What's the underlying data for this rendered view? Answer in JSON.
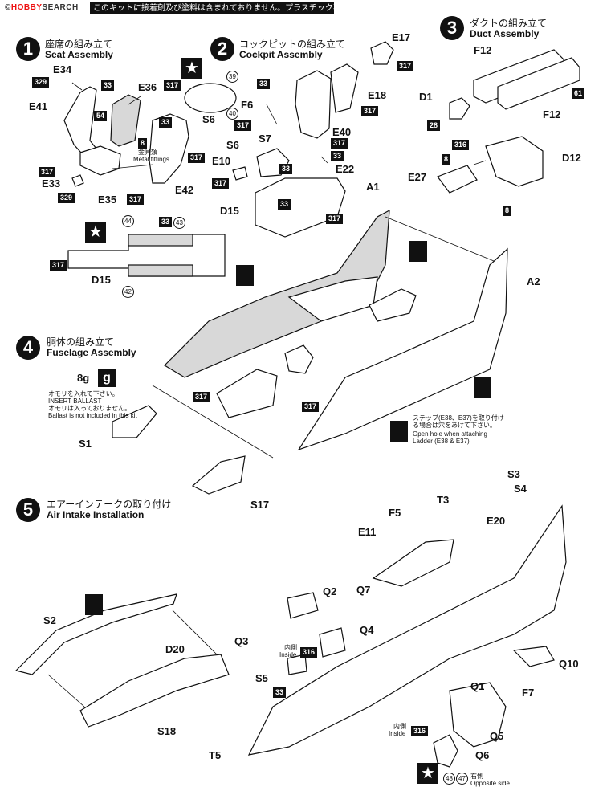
{
  "header": {
    "logo_prefix": "©",
    "logo_hobby": "HOBBY",
    "logo_search": "SEARCH",
    "warning": "このキットに接着剤及び塗料は含まれておりません。プラスチック専用の物をお求め下さい。"
  },
  "steps": [
    {
      "num": "1",
      "jp": "座席の組み立て",
      "en": "Seat Assembly"
    },
    {
      "num": "2",
      "jp": "コックピットの組み立て",
      "en": "Cockpit Assembly"
    },
    {
      "num": "3",
      "jp": "ダクトの組み立て",
      "en": "Duct Assembly"
    },
    {
      "num": "4",
      "jp": "胴体の組み立て",
      "en": "Fuselage Assembly"
    },
    {
      "num": "5",
      "jp": "エアーインテークの取り付け",
      "en": "Air Intake Installation"
    }
  ],
  "parts": {
    "E34": "E34",
    "E36": "E36",
    "E41": "E41",
    "E33": "E33",
    "E35": "E35",
    "E42": "E42",
    "S6a": "S6",
    "S6b": "S6",
    "F6": "F6",
    "S7": "S7",
    "E10": "E10",
    "E22": "E22",
    "E40": "E40",
    "E17": "E17",
    "E18": "E18",
    "D15a": "D15",
    "D15b": "D15",
    "F12a": "F12",
    "F12b": "F12",
    "D1": "D1",
    "D12": "D12",
    "E27": "E27",
    "A1": "A1",
    "A2": "A2",
    "S1": "S1",
    "S17": "S17",
    "S3": "S3",
    "S4": "S4",
    "E20": "E20",
    "F5": "F5",
    "T3": "T3",
    "E11": "E11",
    "Q7": "Q7",
    "Q2": "Q2",
    "Q3": "Q3",
    "Q4": "Q4",
    "S5": "S5",
    "Q1": "Q1",
    "F7": "F7",
    "Q10": "Q10",
    "Q5": "Q5",
    "Q6": "Q6",
    "T5": "T5",
    "S2": "S2",
    "D20": "D20",
    "S18": "S18"
  },
  "colors": {
    "c329a": "329",
    "c33a": "33",
    "c54": "54",
    "c8a": "8",
    "c317a": "317",
    "c33b": "33",
    "c317b": "317",
    "c329b": "329",
    "c317c": "317",
    "c317d": "317",
    "c317e": "317",
    "c33c": "33",
    "c317f": "317",
    "c317g": "317",
    "c33d": "33",
    "c317h": "317",
    "c33e": "33",
    "c317i": "317",
    "c33f": "33",
    "c317j": "317",
    "c317k": "317",
    "c61": "61",
    "c28": "28",
    "c316a": "316",
    "c8b": "8",
    "c8c": "8",
    "c317l": "317",
    "c33g": "33",
    "c317m": "317",
    "c317n": "317",
    "c316b": "316",
    "c33h": "33",
    "c316c": "316"
  },
  "circles": {
    "c39": "39",
    "c40": "40",
    "c44": "44",
    "c43": "43",
    "c42": "42",
    "c48": "48",
    "c47": "47"
  },
  "notes": {
    "metal_jp": "金具類",
    "metal_en": "Metal fittings",
    "ballast_weight": "8g",
    "ballast_icon": "g",
    "ballast_jp1": "オモリを入れて下さい。",
    "ballast_en1": "INSERT BALLAST",
    "ballast_jp2": "オモリは入っておりません。",
    "ballast_en2": "Ballast is not included in this kit",
    "ladder_jp": "ステップ(E38、E37)を取り付ける場合は穴をあけて下さい。",
    "ladder_en": "Open hole when attaching Ladder (E38 & E37)",
    "inside_jp_a": "内側",
    "inside_en_a": "Inside",
    "inside_jp_b": "内側",
    "inside_en_b": "Inside",
    "opposite_jp": "右側",
    "opposite_en": "Opposite side",
    "star": "★"
  }
}
